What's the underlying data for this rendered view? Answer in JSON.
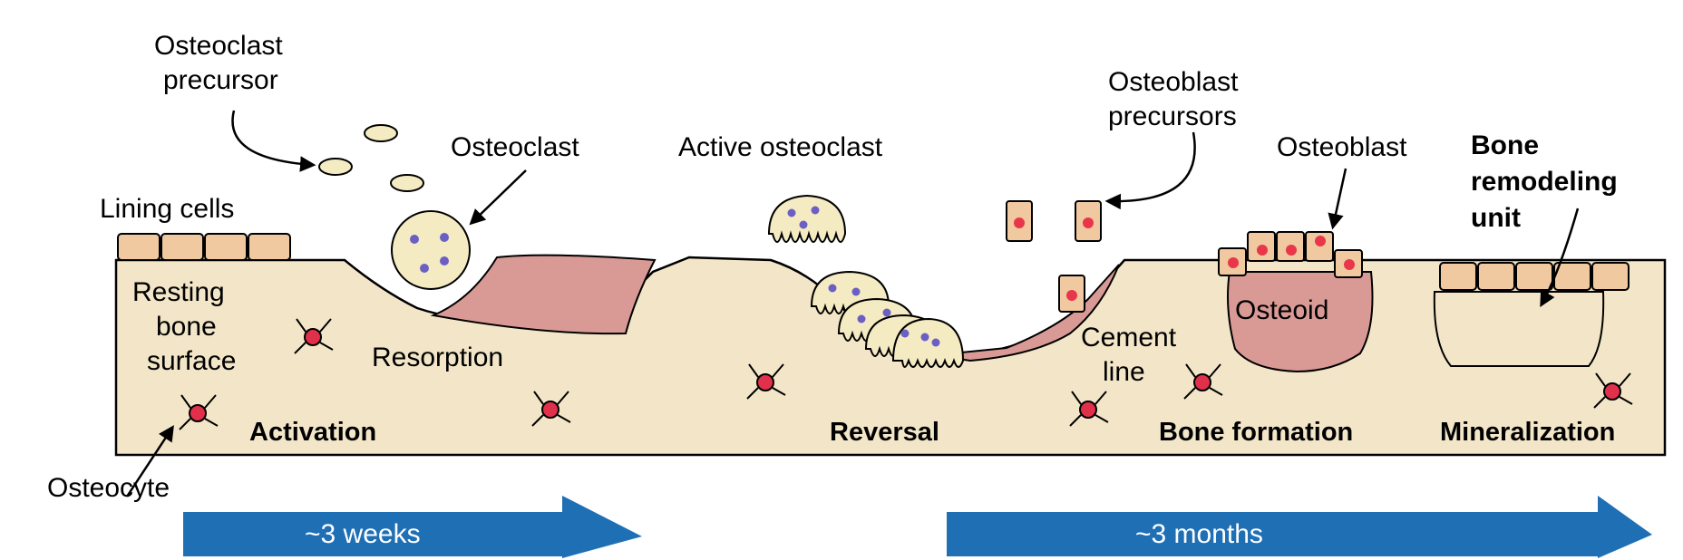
{
  "labels": {
    "osteoclast_precursor_1": "Osteoclast",
    "osteoclast_precursor_2": "precursor",
    "osteoclast": "Osteoclast",
    "active_osteoclast": "Active osteoclast",
    "osteoblast_precursors_1": "Osteoblast",
    "osteoblast_precursors_2": "precursors",
    "osteoblast": "Osteoblast",
    "bone_remodeling_unit_1": "Bone",
    "bone_remodeling_unit_2": "remodeling",
    "bone_remodeling_unit_3": "unit",
    "lining_cells": "Lining cells",
    "resting_bone_surface_1": "Resting",
    "resting_bone_surface_2": "bone",
    "resting_bone_surface_3": "surface",
    "resorption": "Resorption",
    "osteoid": "Osteoid",
    "cement_line_1": "Cement",
    "cement_line_2": "line",
    "osteocyte": "Osteocyte"
  },
  "stages": [
    "Activation",
    "Reversal",
    "Bone formation",
    "Mineralization"
  ],
  "timeline": {
    "left": "~3 weeks",
    "right": "~3 months"
  },
  "colors": {
    "bone": "#F3E6C8",
    "resorbed_matrix": "#D99A96",
    "lining_cell": "#F0C9A0",
    "osteoclast": "#F5EBC3",
    "nucleus_osteoclast": "#6B5FC4",
    "nucleus_osteoblast": "#E8374A",
    "osteocyte_body": "#E0304A",
    "timeline_arrow": "#1F6FB5"
  }
}
